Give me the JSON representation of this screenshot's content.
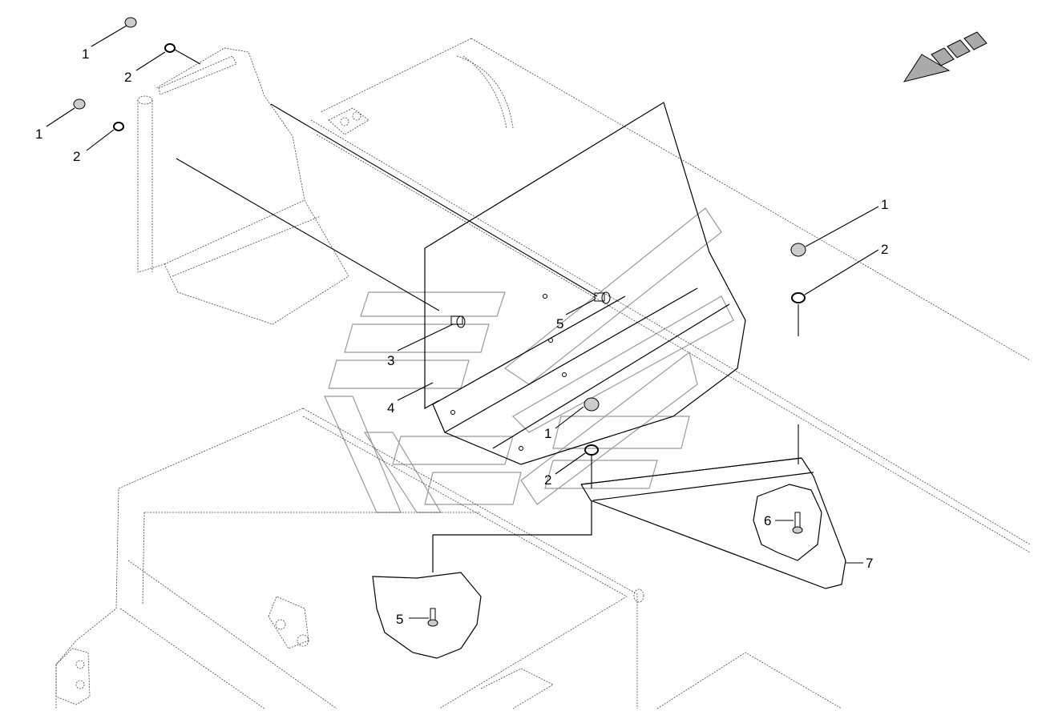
{
  "diagram": {
    "callouts": [
      {
        "id": "c1a",
        "label": "1"
      },
      {
        "id": "c2a",
        "label": "2"
      },
      {
        "id": "c1b",
        "label": "1"
      },
      {
        "id": "c2b",
        "label": "2"
      },
      {
        "id": "c1c",
        "label": "1"
      },
      {
        "id": "c2c",
        "label": "2"
      },
      {
        "id": "c3",
        "label": "3"
      },
      {
        "id": "c4",
        "label": "4"
      },
      {
        "id": "c5a",
        "label": "5"
      },
      {
        "id": "c1d",
        "label": "1"
      },
      {
        "id": "c2d",
        "label": "2"
      },
      {
        "id": "c6",
        "label": "6"
      },
      {
        "id": "c7",
        "label": "7"
      },
      {
        "id": "c5b",
        "label": "5"
      }
    ],
    "direction_arrow_icon": "direction-arrow-icon",
    "watermark_icon": "watermark-logo-icon"
  }
}
